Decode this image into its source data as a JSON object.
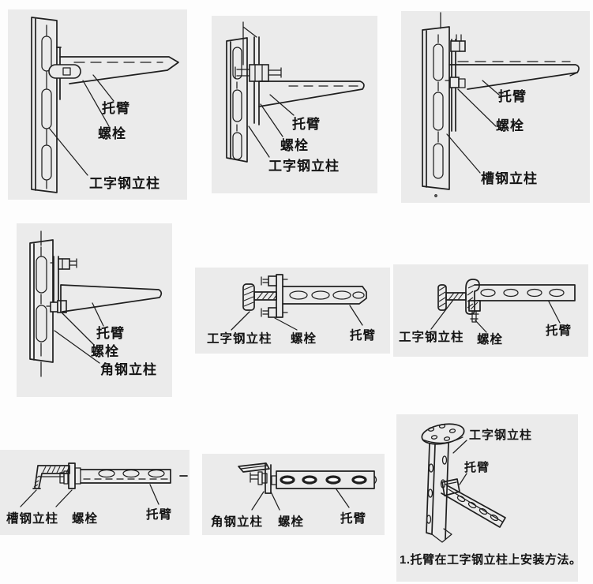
{
  "colors": {
    "page_bg": "#fdfdfd",
    "panel_bg": "#ebebeb",
    "line": "#1f1f1f",
    "text": "#141414"
  },
  "panels": [
    {
      "name": "i-beam-column-side-view-a",
      "view": "side",
      "labels": {
        "arm": "托臂",
        "bolt": "螺栓",
        "column": "工字钢立柱"
      }
    },
    {
      "name": "i-beam-column-side-view-b",
      "view": "side",
      "labels": {
        "arm": "托臂",
        "bolt": "螺栓",
        "column": "工字钢立柱"
      }
    },
    {
      "name": "channel-column-side-view",
      "view": "side",
      "labels": {
        "arm": "托臂",
        "bolt": "螺栓",
        "column": "槽钢立柱"
      }
    },
    {
      "name": "angle-column-side-view",
      "view": "side",
      "labels": {
        "arm": "托臂",
        "bolt": "螺栓",
        "column": "角钢立柱"
      }
    },
    {
      "name": "i-beam-column-top-view-bolted",
      "view": "top",
      "labels": {
        "column": "工字钢立柱",
        "bolt": "螺栓",
        "arm": "托臂"
      }
    },
    {
      "name": "i-beam-column-top-view-hook",
      "view": "top",
      "labels": {
        "column": "工字钢立柱",
        "bolt": "螺栓",
        "arm": "托臂"
      }
    },
    {
      "name": "channel-column-top-view",
      "view": "top",
      "labels": {
        "column": "槽钢立柱",
        "bolt": "螺栓",
        "arm": "托臂"
      }
    },
    {
      "name": "angle-column-top-view",
      "view": "top",
      "labels": {
        "column": "角钢立柱",
        "bolt": "螺栓",
        "arm": "托臂"
      }
    },
    {
      "name": "i-beam-column-3d-view",
      "view": "perspective",
      "labels": {
        "column": "工字钢立柱",
        "arm": "托臂"
      },
      "caption": "1.托臂在工字钢立柱上安装方法。"
    }
  ]
}
